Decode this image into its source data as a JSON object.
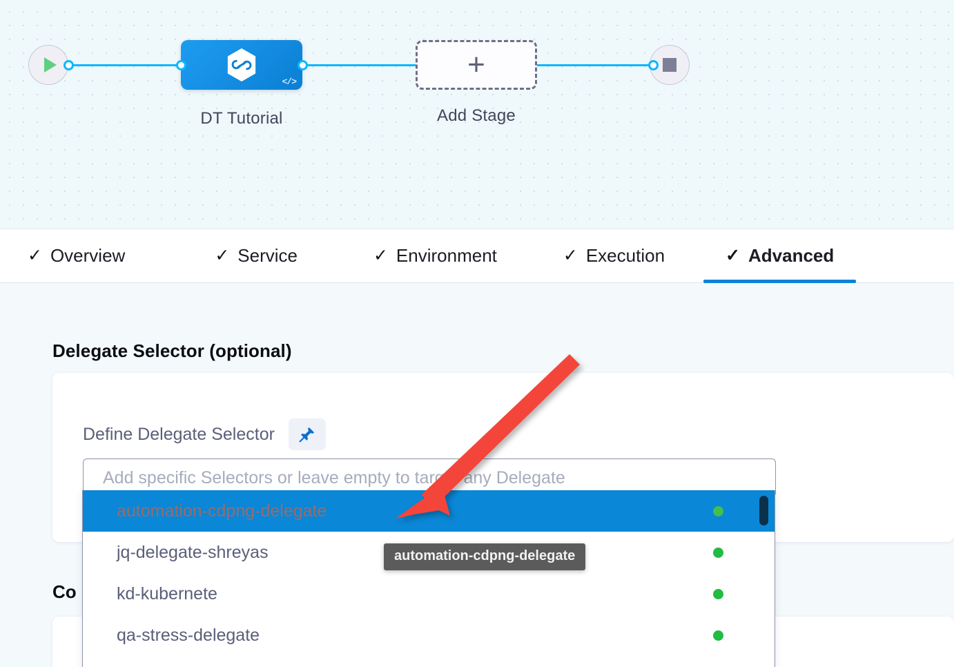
{
  "pipeline": {
    "start_node": {
      "icon": "play-icon",
      "name": "start-node"
    },
    "end_node": {
      "icon": "stop-icon",
      "name": "end-node"
    },
    "stage": {
      "label": "DT Tutorial",
      "icon": "harness-cd-hexagon-icon",
      "badge": "</>"
    },
    "add_stage": {
      "label": "Add Stage",
      "icon": "plus-icon"
    },
    "edge_color": "#0ab7ff",
    "node_color": "#0b7fd4"
  },
  "tabs": [
    {
      "label": "Overview",
      "check": "✓",
      "active": false
    },
    {
      "label": "Service",
      "check": "✓",
      "active": false
    },
    {
      "label": "Environment",
      "check": "✓",
      "active": false
    },
    {
      "label": "Execution",
      "check": "✓",
      "active": false
    },
    {
      "label": "Advanced",
      "check": "✓",
      "active": true
    }
  ],
  "active_tab_color": "#0a84d8",
  "main": {
    "section_title": "Delegate Selector (optional)",
    "field_label": "Define Delegate Selector",
    "pin_icon": "pushpin-icon",
    "pin_color": "#0a6fd1",
    "selector_placeholder": "Add specific Selectors or leave empty to target any Delegate",
    "selector_value": "",
    "second_section_title": "Co"
  },
  "dropdown": {
    "items": [
      {
        "label": "automation-cdpng-delegate",
        "status": "connected",
        "selected": true
      },
      {
        "label": "jq-delegate-shreyas",
        "status": "connected",
        "selected": false
      },
      {
        "label": "kd-kubernete",
        "status": "connected",
        "selected": false
      },
      {
        "label": "qa-stress-delegate",
        "status": "connected",
        "selected": false
      }
    ],
    "status_color": "#22bb44",
    "highlight_color": "#0a87d7",
    "scrollbar_color": "#0b304a"
  },
  "tooltip": {
    "text": "automation-cdpng-delegate",
    "background": "#5b5b5b"
  },
  "annotation": {
    "type": "arrow",
    "color": "#f4443a",
    "points_to": "automation-cdpng-delegate"
  }
}
